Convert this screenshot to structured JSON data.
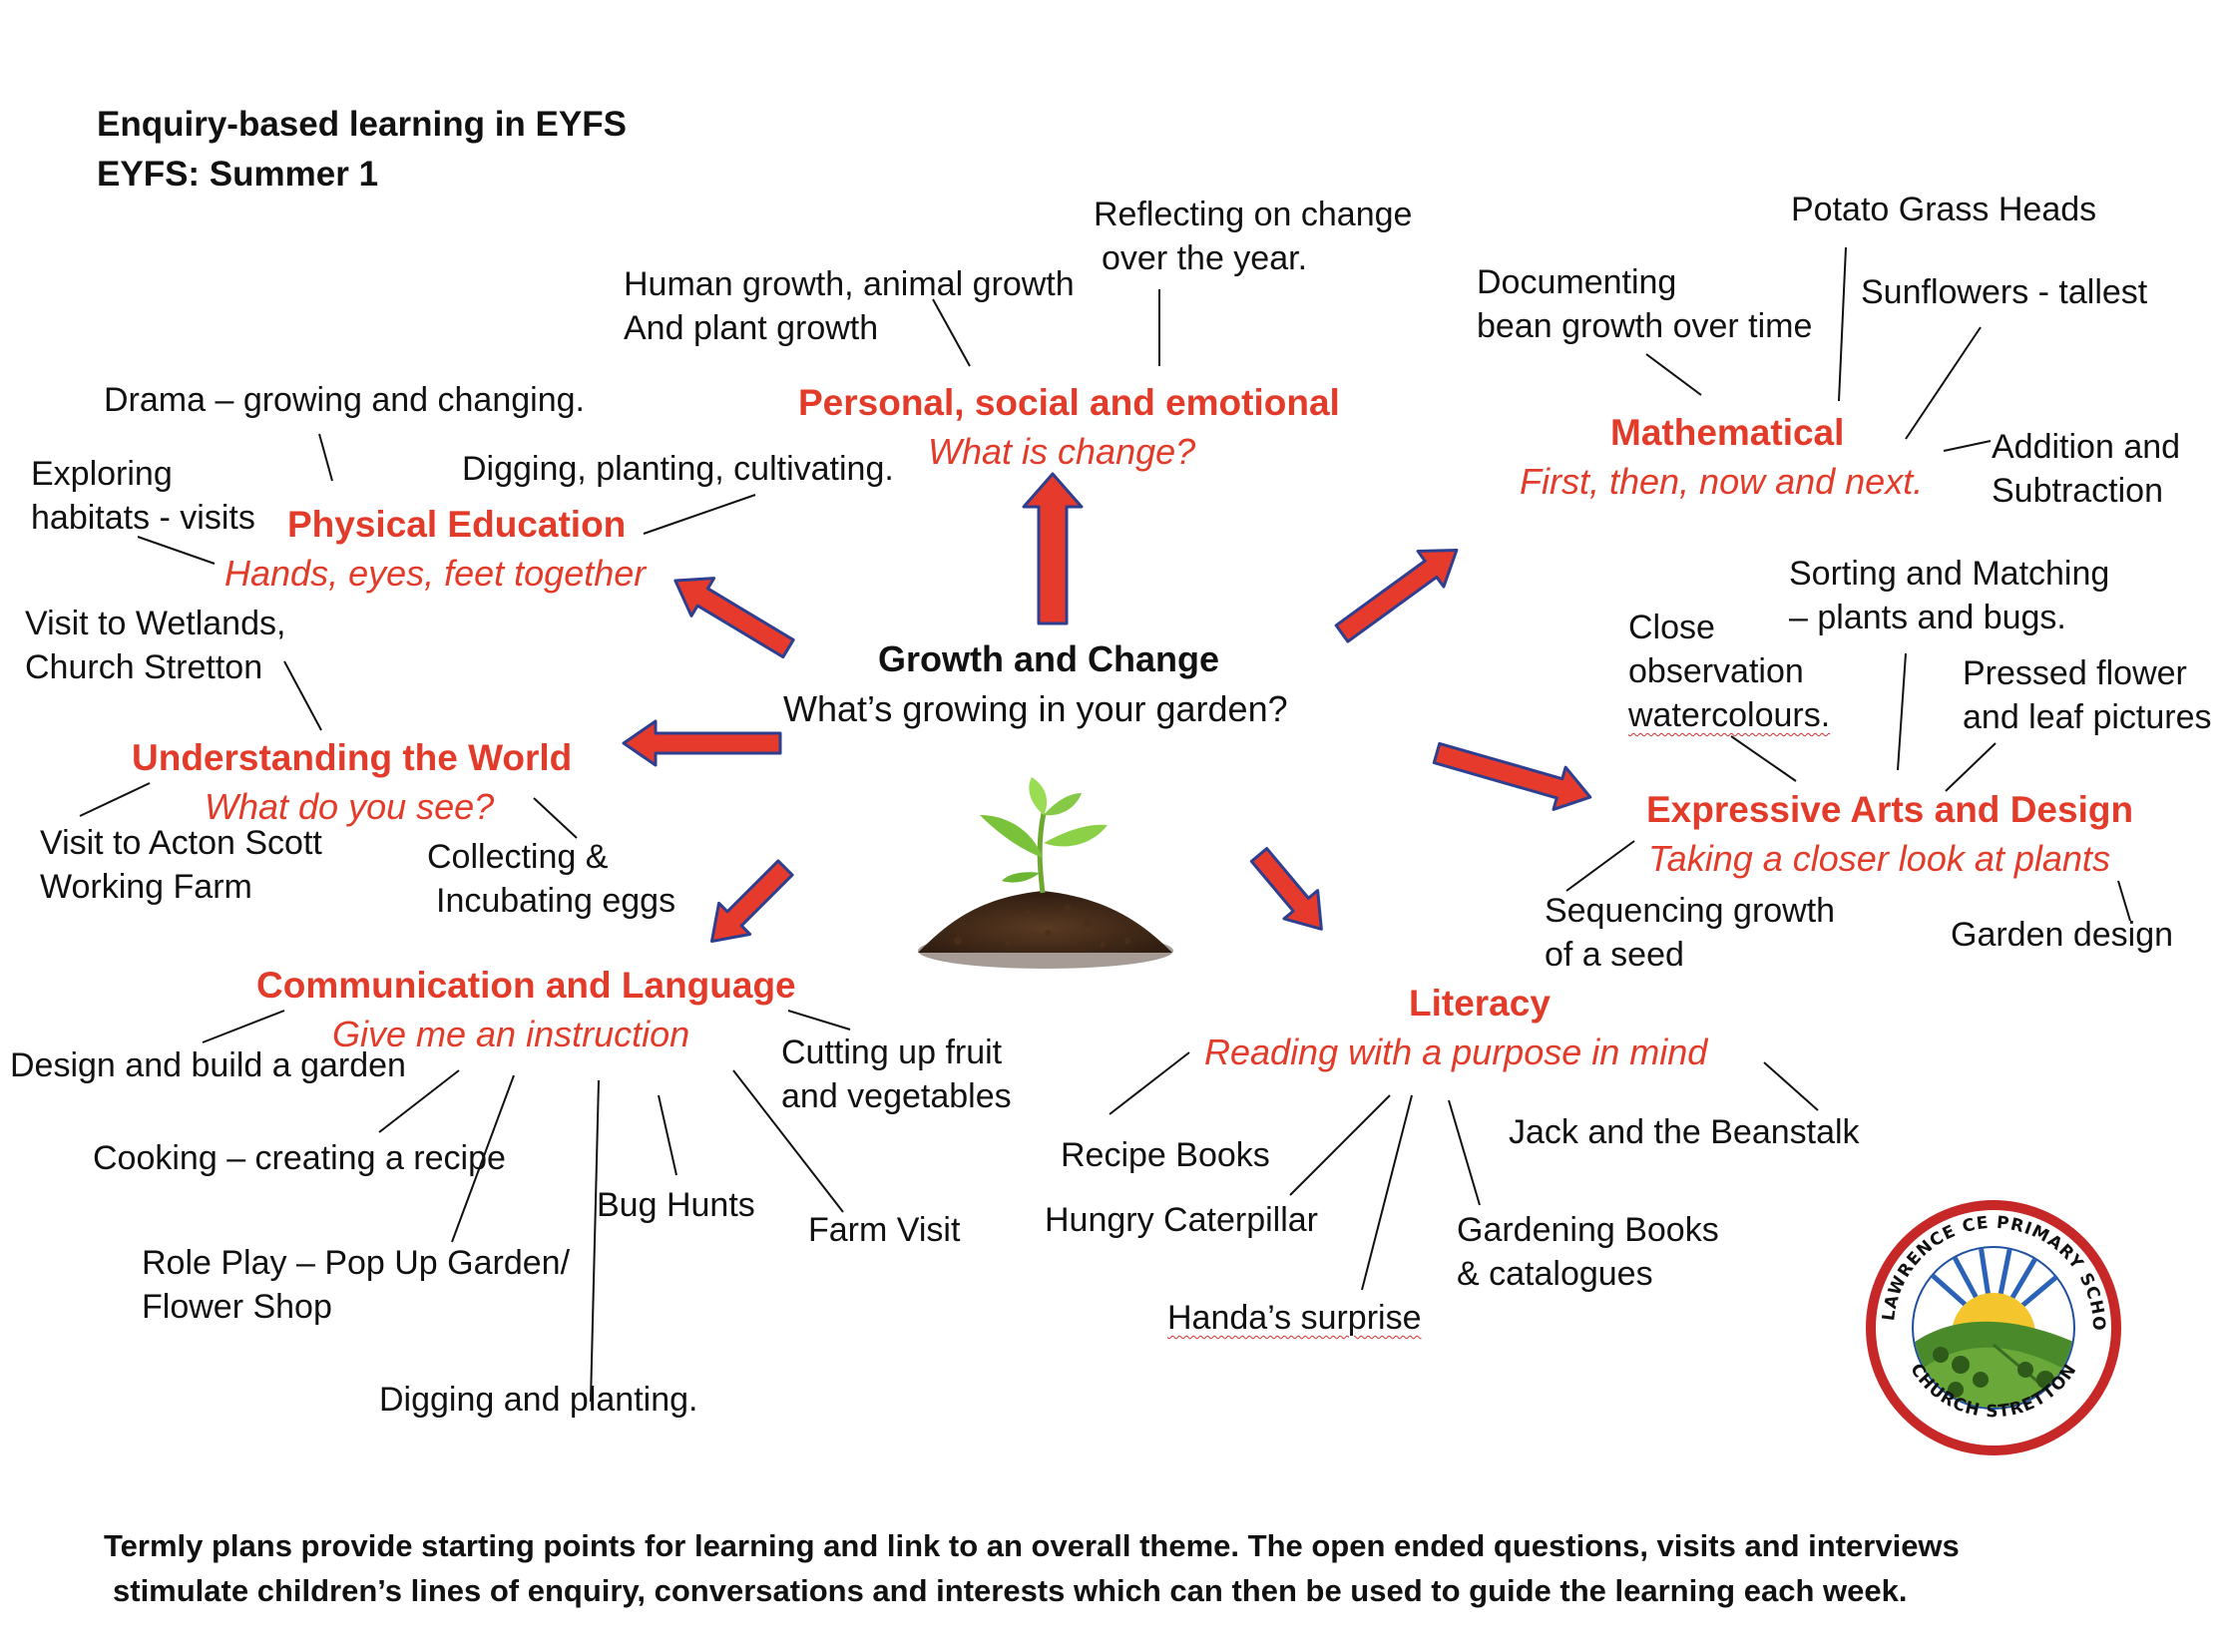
{
  "header": {
    "title": "Enquiry-based learning in EYFS",
    "term": "EYFS: Summer 1"
  },
  "center": {
    "title": "Growth and Change",
    "question": "What’s growing in your garden?"
  },
  "colors": {
    "accent": "#e23b2a",
    "arrow_fill": "#e53a2c",
    "arrow_stroke": "#2f3f8f",
    "text": "#111111"
  },
  "areas": {
    "pse": {
      "title": "Personal, social and emotional",
      "question": "What is change?",
      "notes": [
        "Human growth, animal growth",
        "And plant growth",
        "Reflecting on change",
        "over the year."
      ]
    },
    "pe": {
      "title": "Physical Education",
      "question": "Hands, eyes, feet together",
      "notes": [
        "Drama – growing and changing.",
        "Digging, planting, cultivating.",
        "Exploring",
        "habitats - visits"
      ]
    },
    "utw": {
      "title": "Understanding the World",
      "question": "What do you see?",
      "notes": [
        "Visit to Wetlands,",
        "Church Stretton",
        "Visit to Acton Scott",
        "Working Farm",
        "Collecting &",
        "Incubating eggs"
      ]
    },
    "cl": {
      "title": "Communication and Language",
      "question": "Give me an instruction",
      "notes": [
        "Design and build a garden",
        "Cutting up fruit",
        "and vegetables",
        "Cooking – creating a recipe",
        "Bug Hunts",
        "Farm Visit",
        "Role Play – Pop Up Garden/",
        "Flower Shop",
        "Digging and planting."
      ]
    },
    "math": {
      "title": "Mathematical",
      "question": "First, then, now and next.",
      "notes": [
        "Potato Grass Heads",
        "Documenting",
        "bean growth over time",
        "Sunflowers - tallest",
        "Addition and",
        "Subtraction"
      ]
    },
    "ead": {
      "title": "Expressive Arts and Design",
      "question": "Taking a closer look at plants",
      "notes": [
        "Sorting and Matching",
        "– plants and bugs.",
        "Close",
        "observation",
        "watercolours.",
        "Pressed flower",
        "and leaf pictures",
        "Sequencing growth",
        "of a seed",
        "Garden design"
      ]
    },
    "lit": {
      "title": "Literacy",
      "question": "Reading with a purpose in mind",
      "notes": [
        "Recipe Books",
        "Jack and the Beanstalk",
        "Hungry Caterpillar",
        "Gardening Books",
        "& catalogues",
        "Handa’s surprise"
      ]
    }
  },
  "footer": {
    "line1": "Termly plans provide starting points for learning and link to an overall theme. The open ended questions, visits and interviews",
    "line2": "stimulate children’s lines of enquiry, conversations and interests which can then be used to guide the learning each week."
  },
  "logo": {
    "top_text": "ST. LAWRENCE CE PRIMARY SCHOOL",
    "bottom_text": "CHURCH STRETTON"
  }
}
